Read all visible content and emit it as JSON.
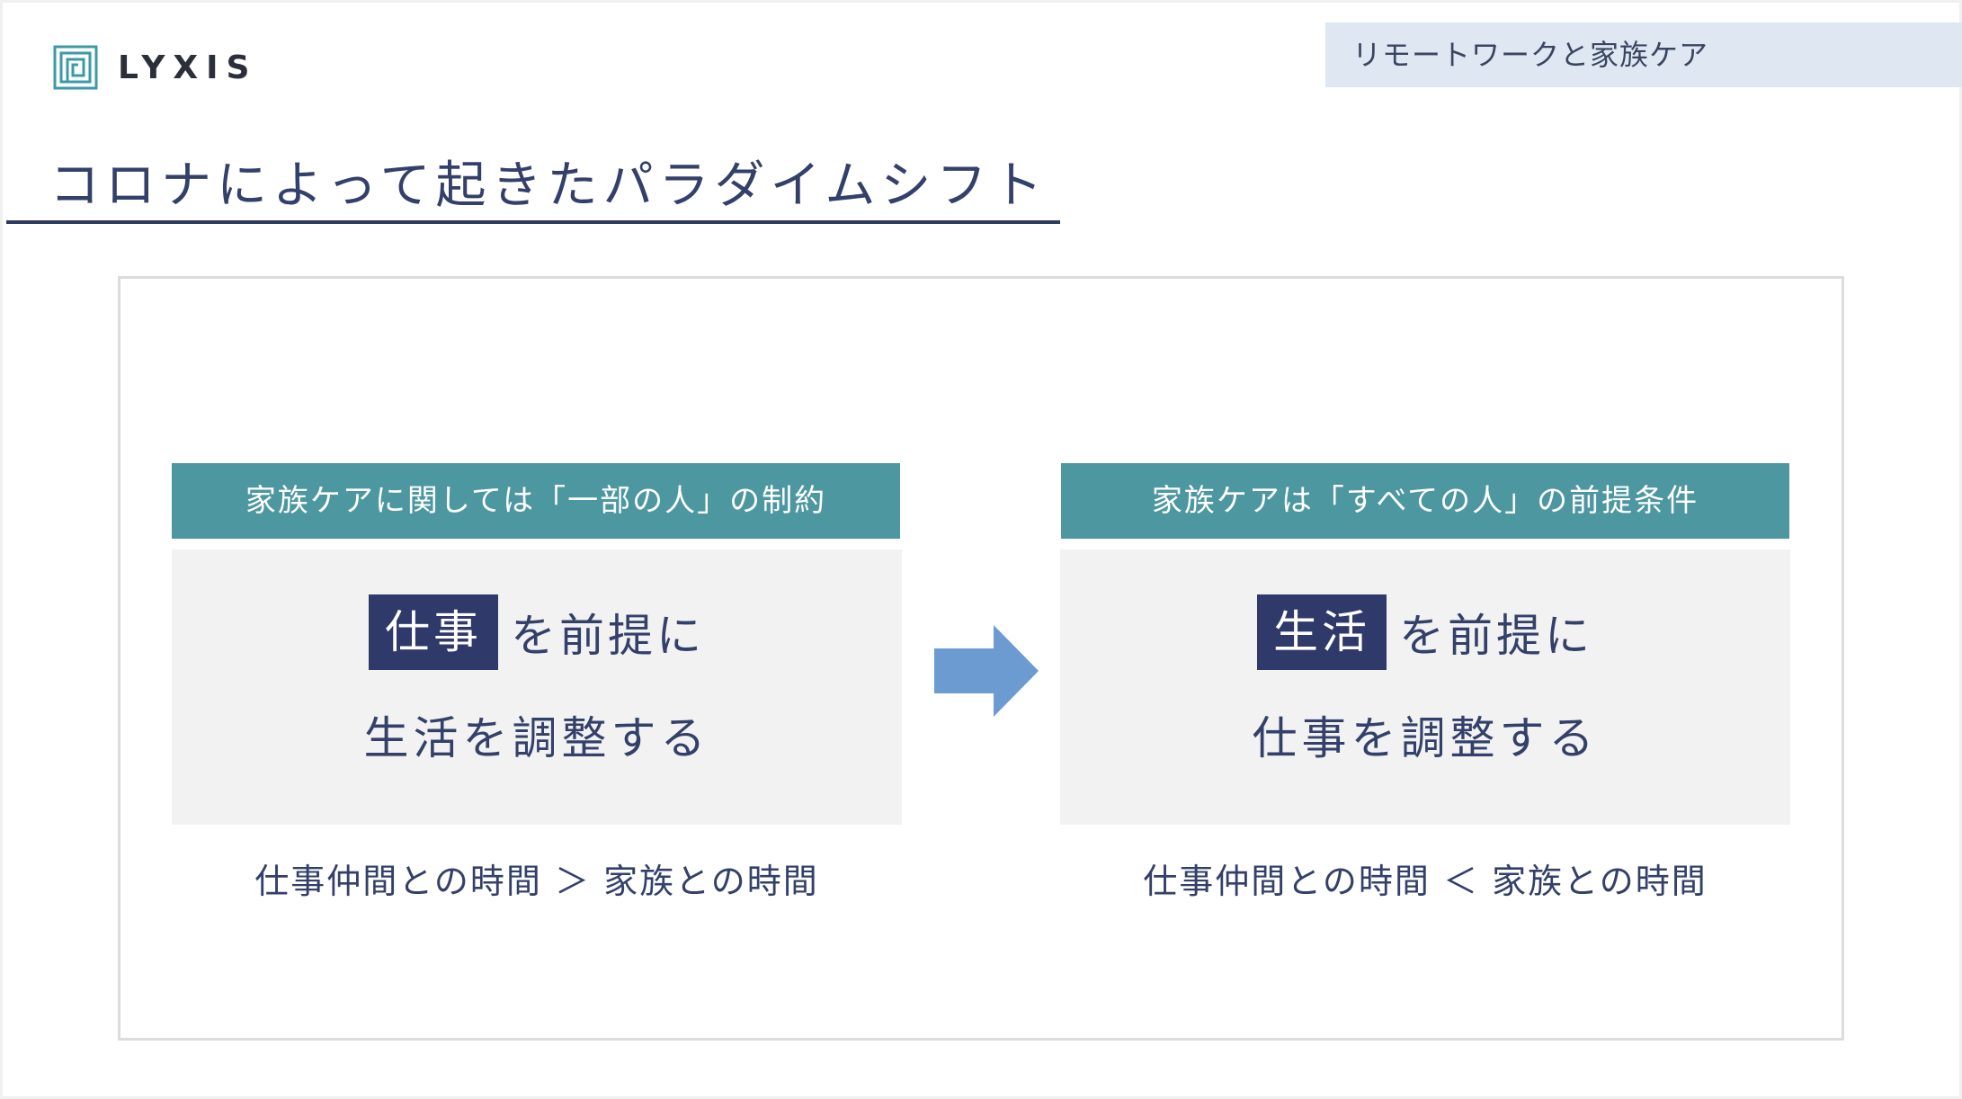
{
  "logo": {
    "icon": "square-spiral-logo-icon",
    "text": "LYXIS"
  },
  "tag": {
    "label": "リモートワークと家族ケア"
  },
  "title": "コロナによって起きたパラダイムシフト",
  "left_panel": {
    "header": "家族ケアに関しては「一部の人」の制約",
    "line1_highlight": "仕事",
    "line1_rest": "を前提に",
    "line2": "生活を調整する",
    "caption": "仕事仲間との時間 ＞ 家族との時間"
  },
  "arrow": {
    "icon": "right-arrow-icon"
  },
  "right_panel": {
    "header": "家族ケアは「すべての人」の前提条件",
    "line1_highlight": "生活",
    "line1_rest": "を前提に",
    "line2": "仕事を調整する",
    "caption": "仕事仲間との時間 ＜ 家族との時間"
  },
  "colors": {
    "header_teal": "#4d97a0",
    "highlight_navy": "#2f3a6b",
    "text_navy": "#33406a",
    "arrow_blue": "#6b9bd1",
    "tag_bg": "#dfe8f2"
  }
}
